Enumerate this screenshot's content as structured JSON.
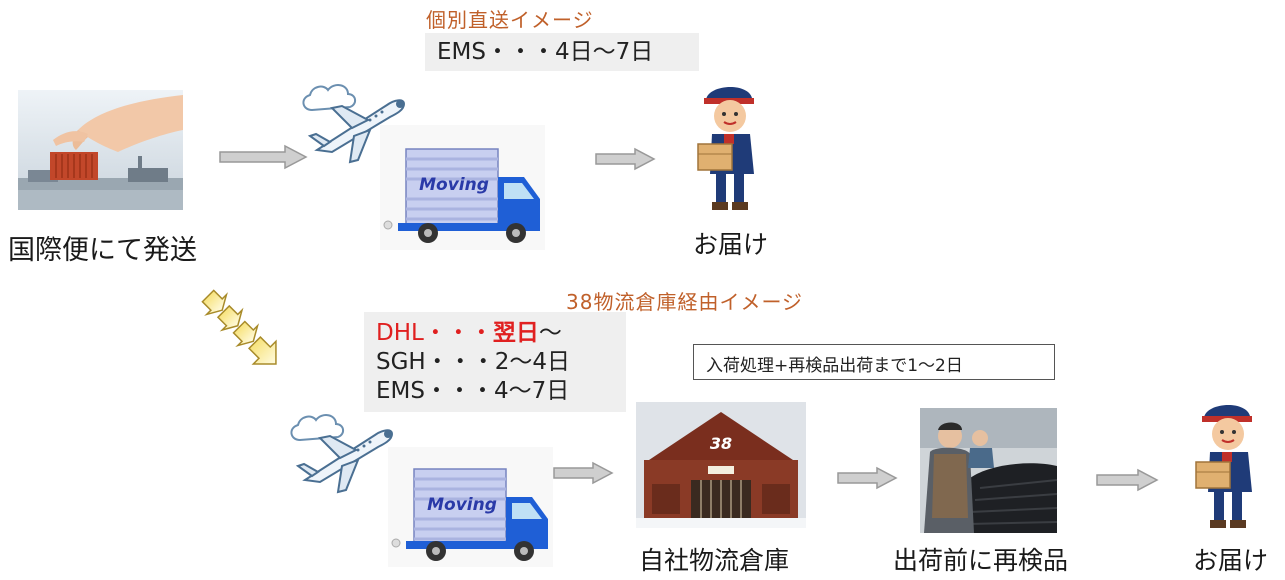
{
  "diagram": {
    "start_label": "国際便にて発送",
    "top_route": {
      "heading": "個別直送イメージ",
      "times": [
        "EMS・・・4日〜7日"
      ],
      "delivery_label": "お届け"
    },
    "bottom_route": {
      "heading": "38物流倉庫経由イメージ",
      "times": {
        "dhl_prefix": "DHL・・・",
        "dhl_highlight": "翌日",
        "dhl_suffix": "〜",
        "sgh": "SGH・・・2〜4日",
        "ems": "EMS・・・4〜7日"
      },
      "processing_note": "入荷処理+再検品出荷まで1〜2日",
      "warehouse_label": "自社物流倉庫",
      "inspection_label": "出荷前に再検品",
      "delivery_label": "お届け"
    },
    "truck_text": "Moving",
    "warehouse_sign": "38",
    "colors": {
      "heading": "#c0602a",
      "highlight": "#e02020",
      "truck_body": "#1f5fd6",
      "arrow": "#cfcfcf"
    }
  }
}
